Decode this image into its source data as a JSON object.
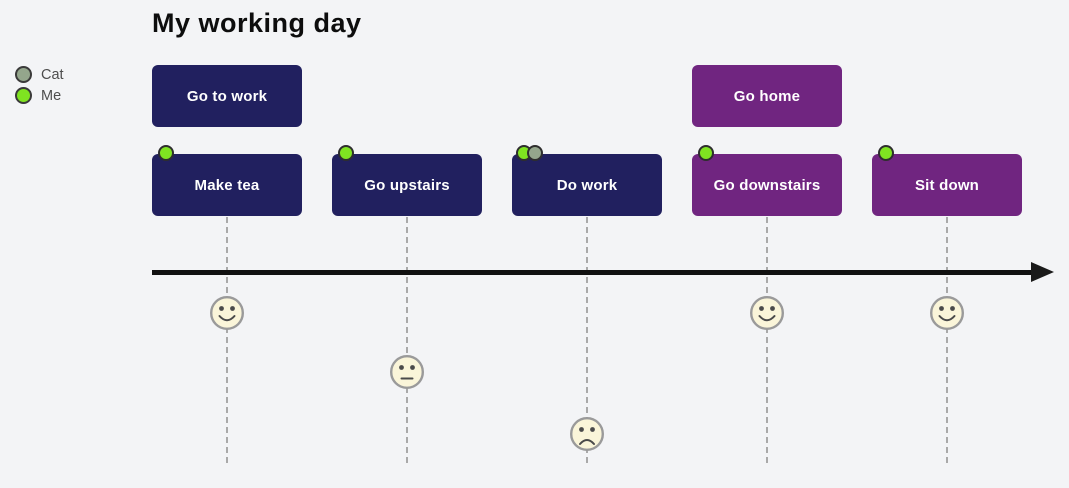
{
  "title": "My working day",
  "legend": {
    "items": [
      {
        "label": "Cat",
        "color": "#94a68c"
      },
      {
        "label": "Me",
        "color": "#7fe321"
      }
    ]
  },
  "colors": {
    "background": "#f3f4f6",
    "navy_box": "#21205f",
    "purple_box": "#702580",
    "box_text": "#ffffff",
    "me_dot": "#7fe321",
    "cat_dot": "#94a68c",
    "timeline_arrow": "#111111",
    "dashed_line": "#a9a9a9",
    "face_fill": "#faf5d9",
    "face_stroke": "#9a9a9a",
    "face_features": "#4a4a4a"
  },
  "events": [
    {
      "label": "Go to work",
      "row": "top",
      "color": "navy",
      "markers": []
    },
    {
      "label": "Make tea",
      "row": "bottom",
      "color": "navy",
      "markers": [
        "Me"
      ]
    },
    {
      "label": "Go upstairs",
      "row": "bottom",
      "color": "navy",
      "markers": [
        "Me"
      ]
    },
    {
      "label": "Do work",
      "row": "bottom",
      "color": "navy",
      "markers": [
        "Me",
        "Cat"
      ]
    },
    {
      "label": "Go downstairs",
      "row": "bottom",
      "color": "purple",
      "markers": [
        "Me"
      ]
    },
    {
      "label": "Go home",
      "row": "top",
      "color": "purple",
      "markers": []
    },
    {
      "label": "Sit down",
      "row": "bottom",
      "color": "purple",
      "markers": [
        "Me"
      ]
    }
  ],
  "moods": [
    {
      "under": "Make tea",
      "mood": "happy"
    },
    {
      "under": "Go upstairs",
      "mood": "neutral"
    },
    {
      "under": "Do work",
      "mood": "sad"
    },
    {
      "under": "Go downstairs",
      "mood": "happy"
    },
    {
      "under": "Sit down",
      "mood": "happy"
    }
  ]
}
